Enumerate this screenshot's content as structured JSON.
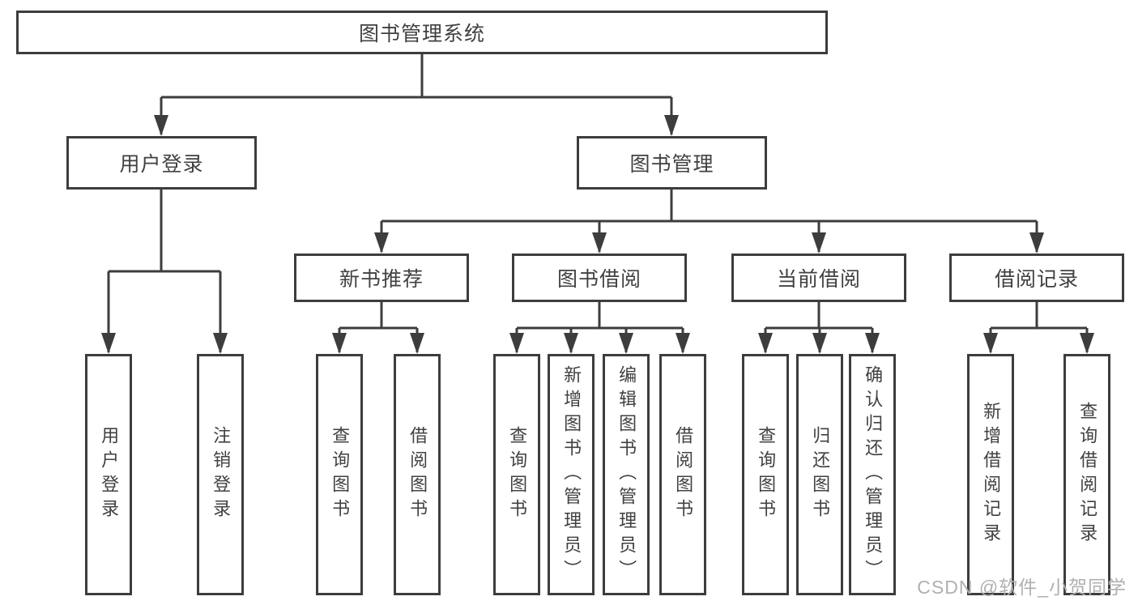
{
  "tree": {
    "root": "图书管理系统",
    "level2": [
      "用户登录",
      "图书管理"
    ],
    "level3": [
      "新书推荐",
      "图书借阅",
      "当前借阅",
      "借阅记录"
    ],
    "leaves": {
      "login": [
        "用户登录",
        "注销登录"
      ],
      "new_books": [
        "查询图书",
        "借阅图书"
      ],
      "borrow": [
        "查询图书",
        "新增图书（管理员）",
        "编辑图书（管理员）",
        "借阅图书"
      ],
      "current": [
        "查询图书",
        "归还图书",
        "确认归还（管理员）"
      ],
      "records": [
        "新增借阅记录",
        "查询借阅记录"
      ]
    }
  },
  "watermark": "CSDN @软件_小贺同学",
  "colors": {
    "line": "#3d3d3d",
    "text": "#414141",
    "watermark": "#aeb0b3",
    "background": "#ffffff"
  }
}
